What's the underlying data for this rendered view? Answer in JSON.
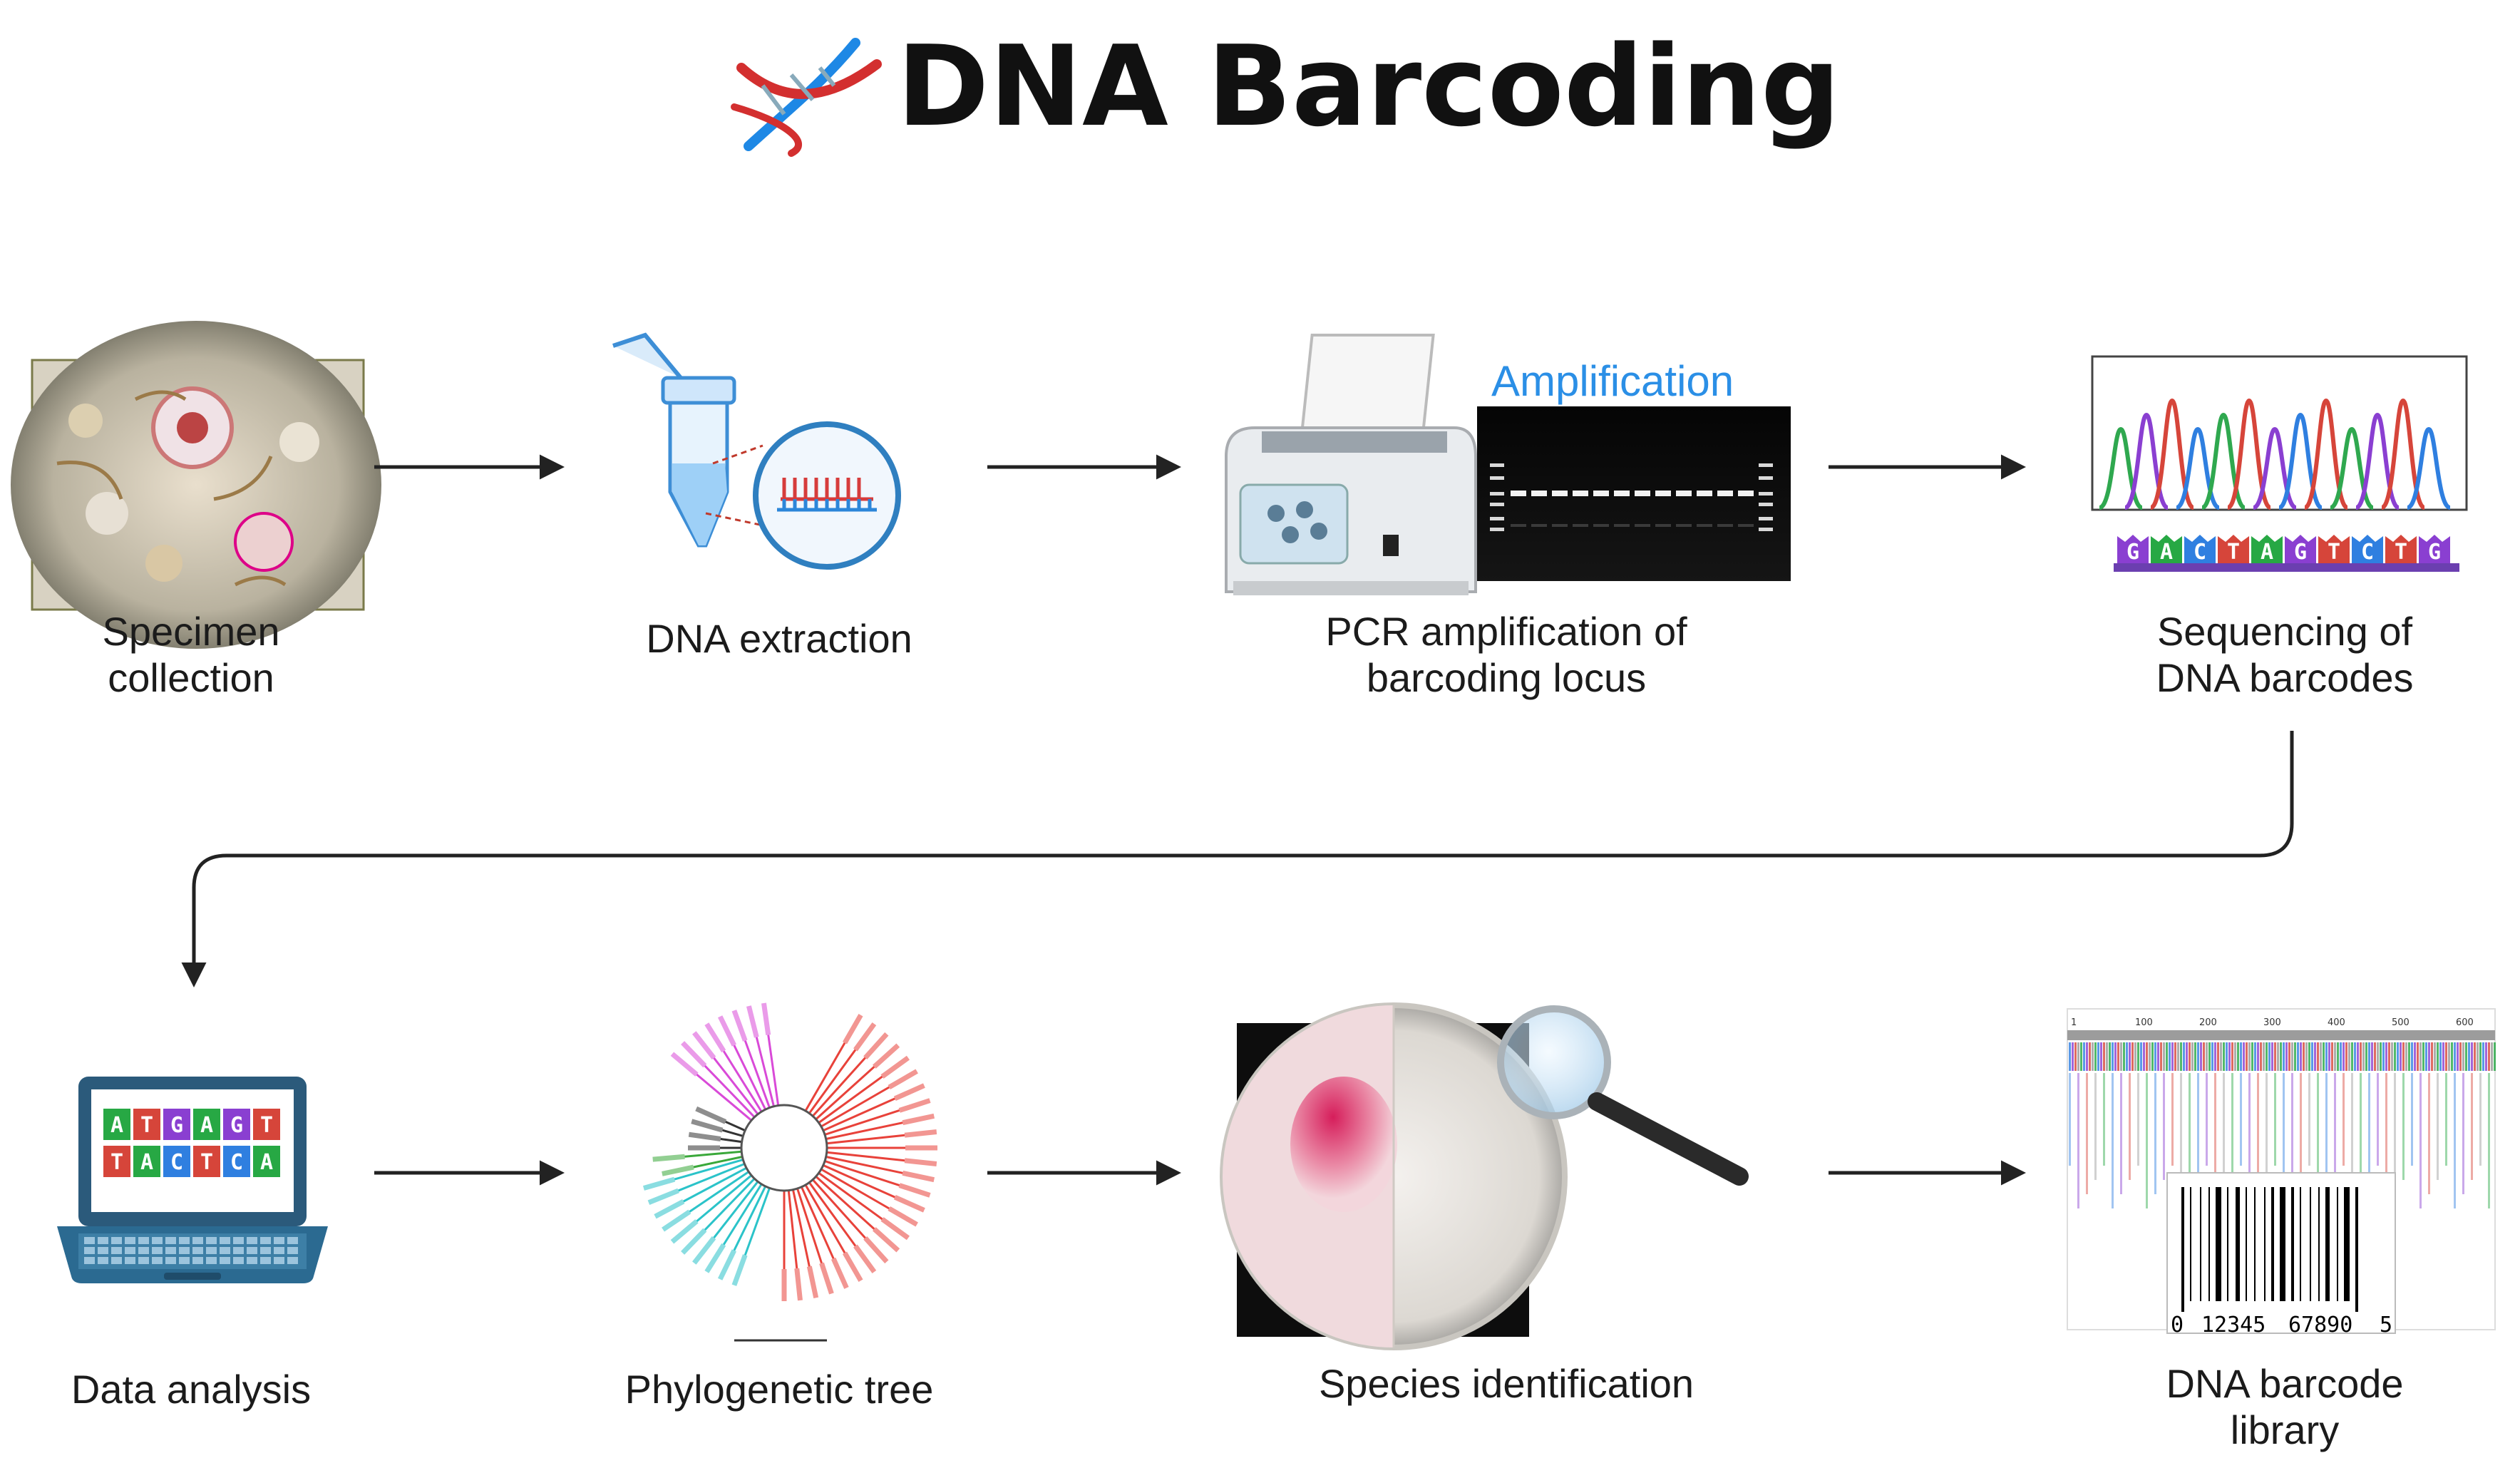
{
  "title": "DNA Barcoding",
  "steps": {
    "specimen": [
      "Specimen",
      "collection"
    ],
    "extraction": [
      "DNA extraction"
    ],
    "pcr": [
      "PCR amplification of",
      "barcoding locus"
    ],
    "sequencing": [
      "Sequencing of",
      "DNA barcodes"
    ],
    "analysis": [
      "Data analysis"
    ],
    "phylo": [
      "Phylogenetic tree"
    ],
    "species": [
      "Species identification"
    ],
    "library": [
      "DNA barcode",
      "library"
    ]
  },
  "pcr_gel_label": "Amplification",
  "sequence_bases": [
    "G",
    "A",
    "C",
    "T",
    "A",
    "G",
    "T",
    "C",
    "T",
    "G"
  ],
  "laptop_bases": {
    "top": [
      "A",
      "T",
      "G",
      "A",
      "G",
      "T"
    ],
    "bottom": [
      "T",
      "A",
      "C",
      "T",
      "C",
      "A"
    ]
  },
  "barcode_digits": {
    "left": "0",
    "middle": "12345",
    "right": "67890",
    "check": "5"
  },
  "alignment_ruler": [
    "1",
    "100",
    "200",
    "300",
    "400",
    "500",
    "600"
  ],
  "base_colors": {
    "A": "#27a844",
    "T": "#d6453a",
    "G": "#8a3fd1",
    "C": "#2f7fe0"
  }
}
